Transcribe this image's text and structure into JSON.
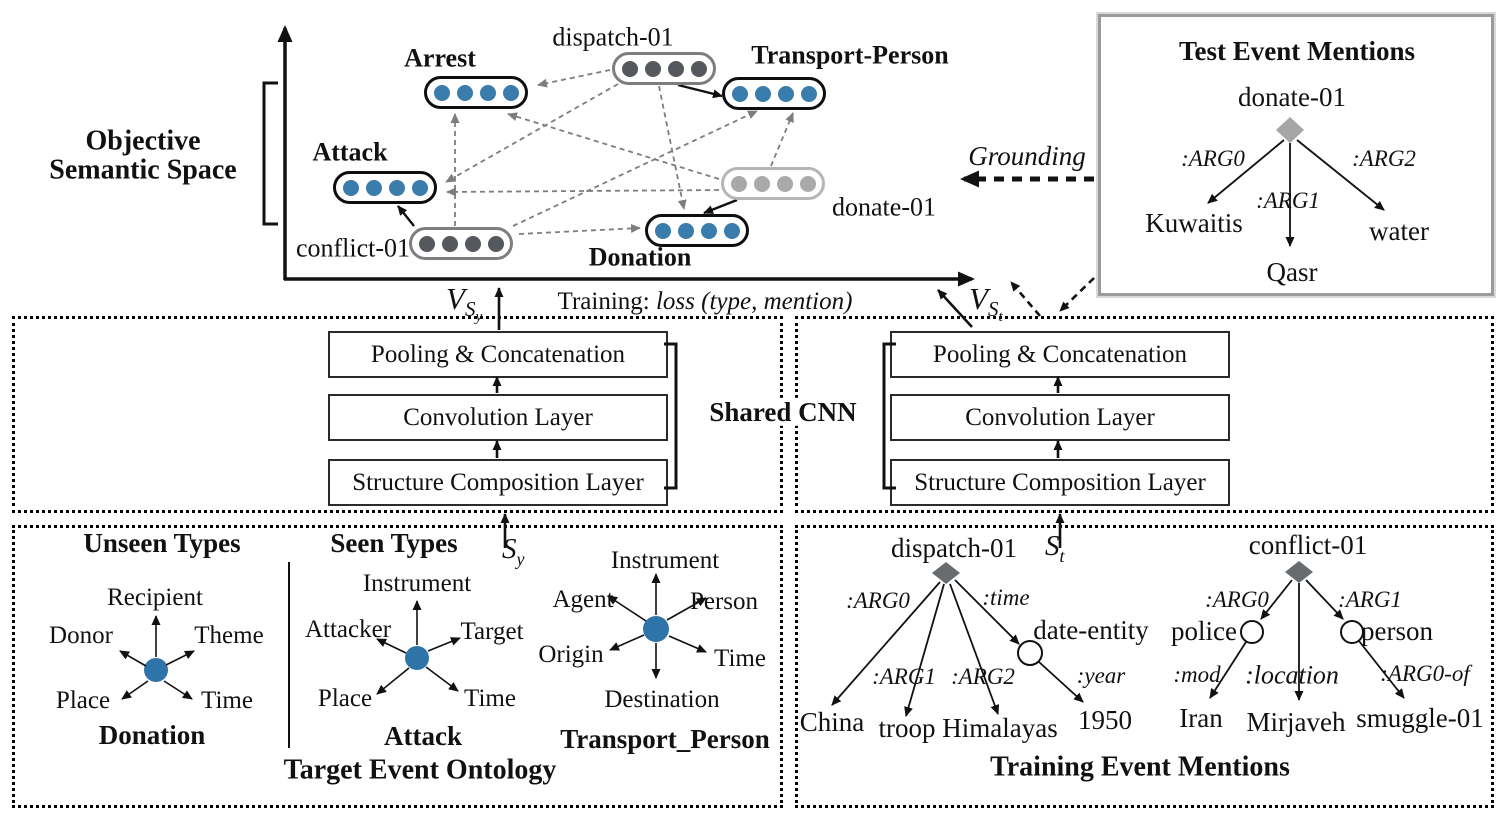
{
  "semantic_space": {
    "title_line1": "Objective",
    "title_line2": "Semantic Space",
    "types": {
      "arrest": "Arrest",
      "transport": "Transport-Person",
      "attack": "Attack",
      "donation": "Donation"
    },
    "mentions": {
      "dispatch": "dispatch-01",
      "conflict": "conflict-01",
      "donate": "donate-01"
    },
    "v": "V",
    "s": "S",
    "sub_y": "y",
    "sub_t": "t",
    "training_prefix": "Training: ",
    "training_loss": "loss (type, mention)"
  },
  "grounding_label": "Grounding",
  "test_box": {
    "title": "Test Event Mentions",
    "root": "donate-01",
    "arg0": ":ARG0",
    "arg1": ":ARG1",
    "arg2": ":ARG2",
    "kuwaitis": "Kuwaitis",
    "qasr": "Qasr",
    "water": "water"
  },
  "cnn": {
    "shared": "Shared CNN",
    "pooling": "Pooling & Concatenation",
    "convolution": "Convolution Layer",
    "structure": "Structure Composition Layer"
  },
  "ontology": {
    "unseen_header": "Unseen Types",
    "seen_header": "Seen Types",
    "s": "S",
    "sub": "y",
    "caption": "Target Event Ontology",
    "donation": {
      "name": "Donation",
      "top": "Recipient",
      "left": "Donor",
      "right": "Theme",
      "bottom_left": "Place",
      "bottom_right": "Time"
    },
    "attack": {
      "name": "Attack",
      "top": "Instrument",
      "left": "Attacker",
      "right": "Target",
      "bottom_left": "Place",
      "bottom_right": "Time"
    },
    "transport": {
      "name": "Transport_Person",
      "top": "Instrument",
      "upper_left": "Agent",
      "upper_right": "Person",
      "left": "Origin",
      "right": "Time",
      "bottom": "Destination"
    }
  },
  "training": {
    "caption": "Training Event Mentions",
    "s": "S",
    "sub": "t",
    "dispatch": {
      "root": "dispatch-01",
      "arg0": ":ARG0",
      "arg1": ":ARG1",
      "arg2": ":ARG2",
      "time": ":time",
      "year": ":year",
      "china": "China",
      "troop": "troop",
      "himalayas": "Himalayas",
      "date_entity": "date-entity",
      "y1950": "1950"
    },
    "conflict": {
      "root": "conflict-01",
      "arg0": ":ARG0",
      "arg1": ":ARG1",
      "mod": ":mod",
      "location": ":location",
      "arg0_of": ":ARG0-of",
      "police": "police",
      "person": "person",
      "iran": "Iran",
      "mirjaveh": "Mirjaveh",
      "smuggle": "smuggle-01"
    }
  },
  "colors": {
    "type_dot": "#3a7cab",
    "mention_dot": "#55595e",
    "test_mention_dot": "#a9a9a9",
    "star_node": "#2e74a8",
    "diamond_dark": "#686c6f",
    "diamond_light": "#a6a6a6",
    "dashed_edge": "#7d7d7d"
  }
}
